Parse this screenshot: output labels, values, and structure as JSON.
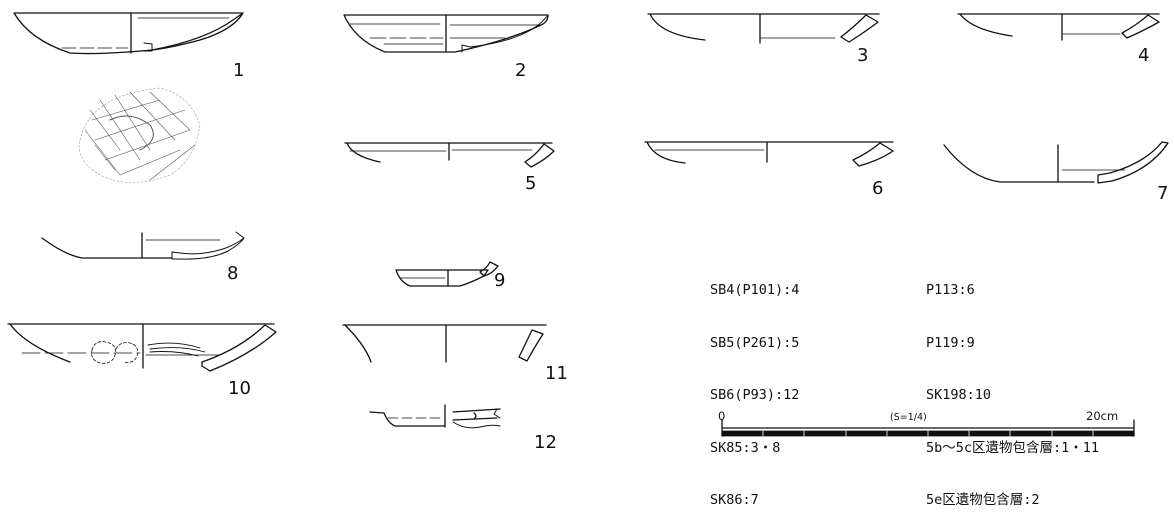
{
  "figure_numbers": [
    "1",
    "2",
    "3",
    "4",
    "5",
    "6",
    "7",
    "8",
    "9",
    "10",
    "11",
    "12"
  ],
  "legend_left": [
    "SB4(P101):4",
    "SB5(P261):5",
    "SB6(P93):12",
    "SK85:3・8",
    "SK86:7"
  ],
  "legend_right": [
    "P113:6",
    "P119:9",
    "SK198:10",
    "5b〜5c区遺物包含層:1・11",
    "5e区遺物包含層:2"
  ],
  "scale": {
    "start": "0",
    "ratio": "(S=1/4)",
    "end": "20cm"
  }
}
